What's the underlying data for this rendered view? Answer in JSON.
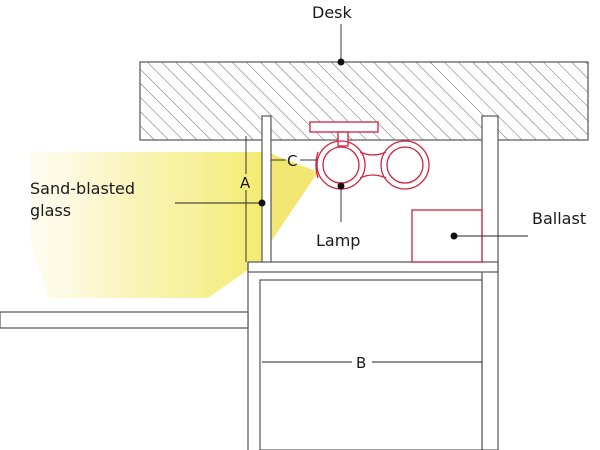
{
  "labels": {
    "desk": "Desk",
    "sand_blasted_glass_line1": "Sand-blasted",
    "sand_blasted_glass_line2": "glass",
    "a": "A",
    "b": "B",
    "c": "C",
    "lamp": "Lamp",
    "ballast": "Ballast"
  },
  "colors": {
    "light_glow": "#f6ef8a",
    "lamp_outline": "#d4213d",
    "structure_stroke": "#555555",
    "leader": "#222222"
  }
}
